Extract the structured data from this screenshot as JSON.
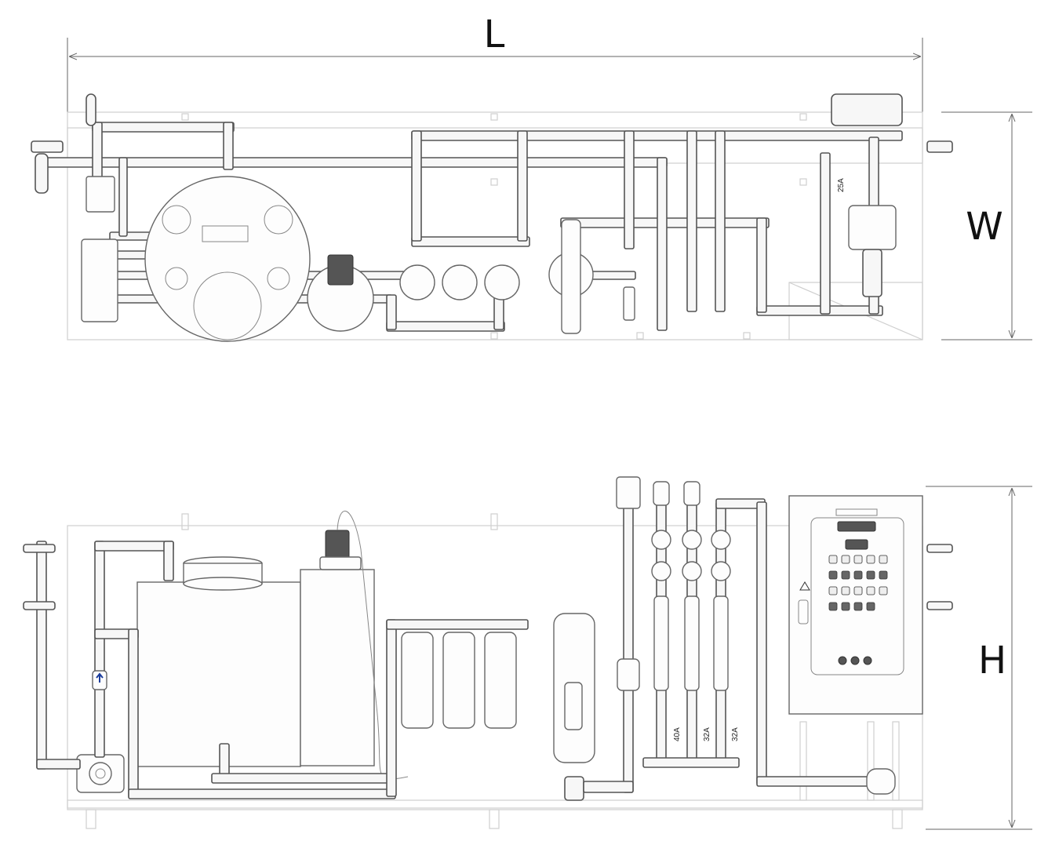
{
  "labels": {
    "length": "L",
    "width": "W",
    "height": "H"
  },
  "pipe_sizes": {
    "top_valve": "25A",
    "rotameter_1": "40A",
    "rotameter_2": "32A",
    "rotameter_3": "32A"
  },
  "colors": {
    "line": "#555555",
    "frame": "#cfcfcf",
    "flow_arrow": "#1a3c9c"
  }
}
